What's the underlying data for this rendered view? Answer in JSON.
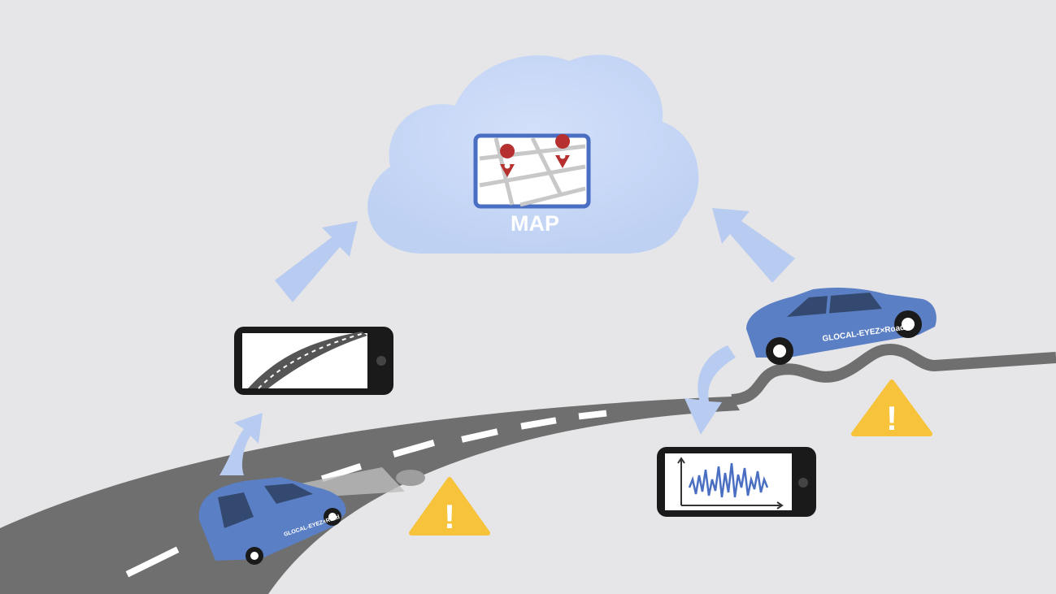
{
  "cloud": {
    "label": "MAP",
    "fill": "#c4d5f5",
    "pin_color": "#b5302e"
  },
  "cars": [
    {
      "id": "front-left",
      "brand_text": "GLOCAL-EYEZ×Road"
    },
    {
      "id": "right-bump",
      "brand_text": "GLOCAL-EYEZ×Road"
    }
  ],
  "phones": [
    {
      "id": "road-camera",
      "content": "road-image"
    },
    {
      "id": "vibration",
      "content": "vibration-graph"
    }
  ],
  "warnings": [
    {
      "id": "pothole-warning",
      "symbol": "!"
    },
    {
      "id": "bump-warning",
      "symbol": "!"
    }
  ],
  "colors": {
    "background": "#e6e6e8",
    "road": "#6f6f6f",
    "car": "#5b7fc4",
    "arrow": "#b8cbf0",
    "warning": "#f6c33a"
  }
}
